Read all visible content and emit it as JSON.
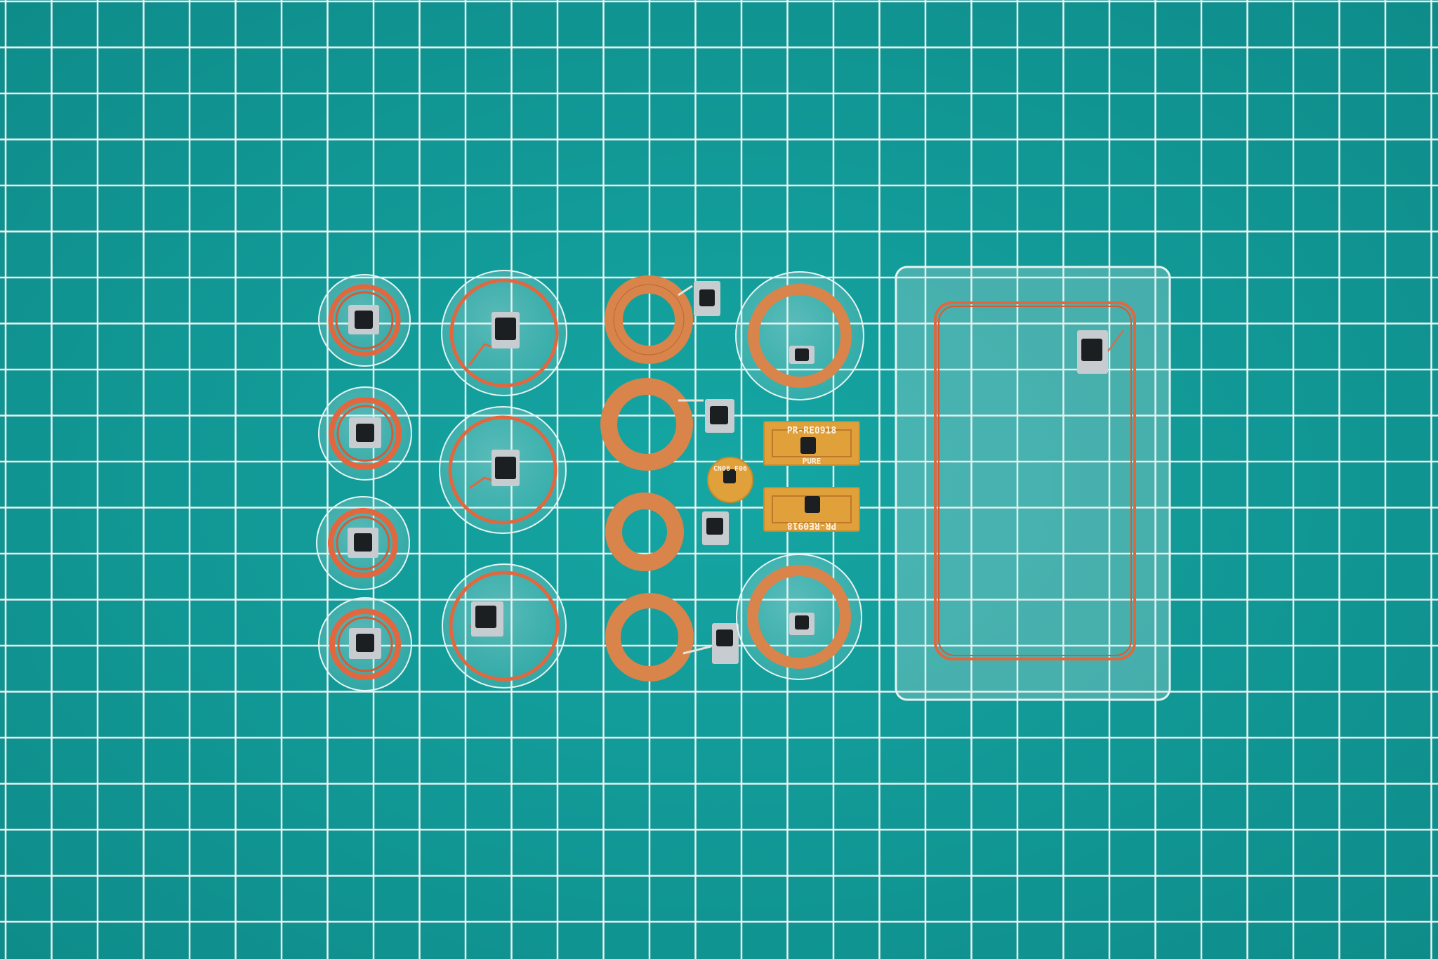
{
  "scene": {
    "colors": {
      "mat": "#119a98",
      "grid_line": "#e9f4f3",
      "copper_wire": "#e2673f",
      "copper_coil": "#d9844a",
      "kapton": "#e0a03a",
      "clear_film": "#cfe6e4",
      "chip": "#1c1f22",
      "solder": "#c7ccd0"
    },
    "labels": {
      "inlay_top": "PR-RE0918",
      "inlay_top_sub": "PURE",
      "inlay_bottom": "PR-RE0918",
      "small_tag": "CN08 F06"
    }
  }
}
